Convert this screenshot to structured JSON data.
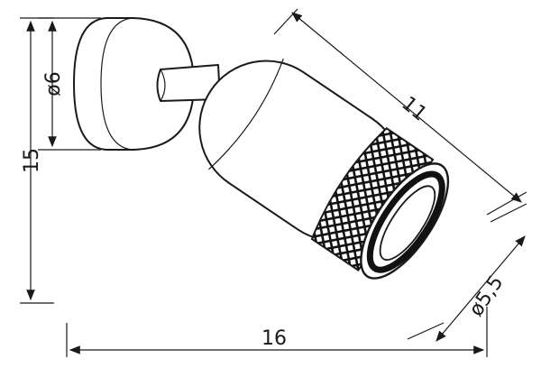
{
  "dimensions": {
    "base_diameter": "ø6",
    "height": "15",
    "body_length": "11",
    "head_diameter": "ø5,5",
    "width": "16"
  },
  "colors": {
    "line": "#1a1a1a",
    "mesh": "#111111",
    "background": "#ffffff"
  }
}
